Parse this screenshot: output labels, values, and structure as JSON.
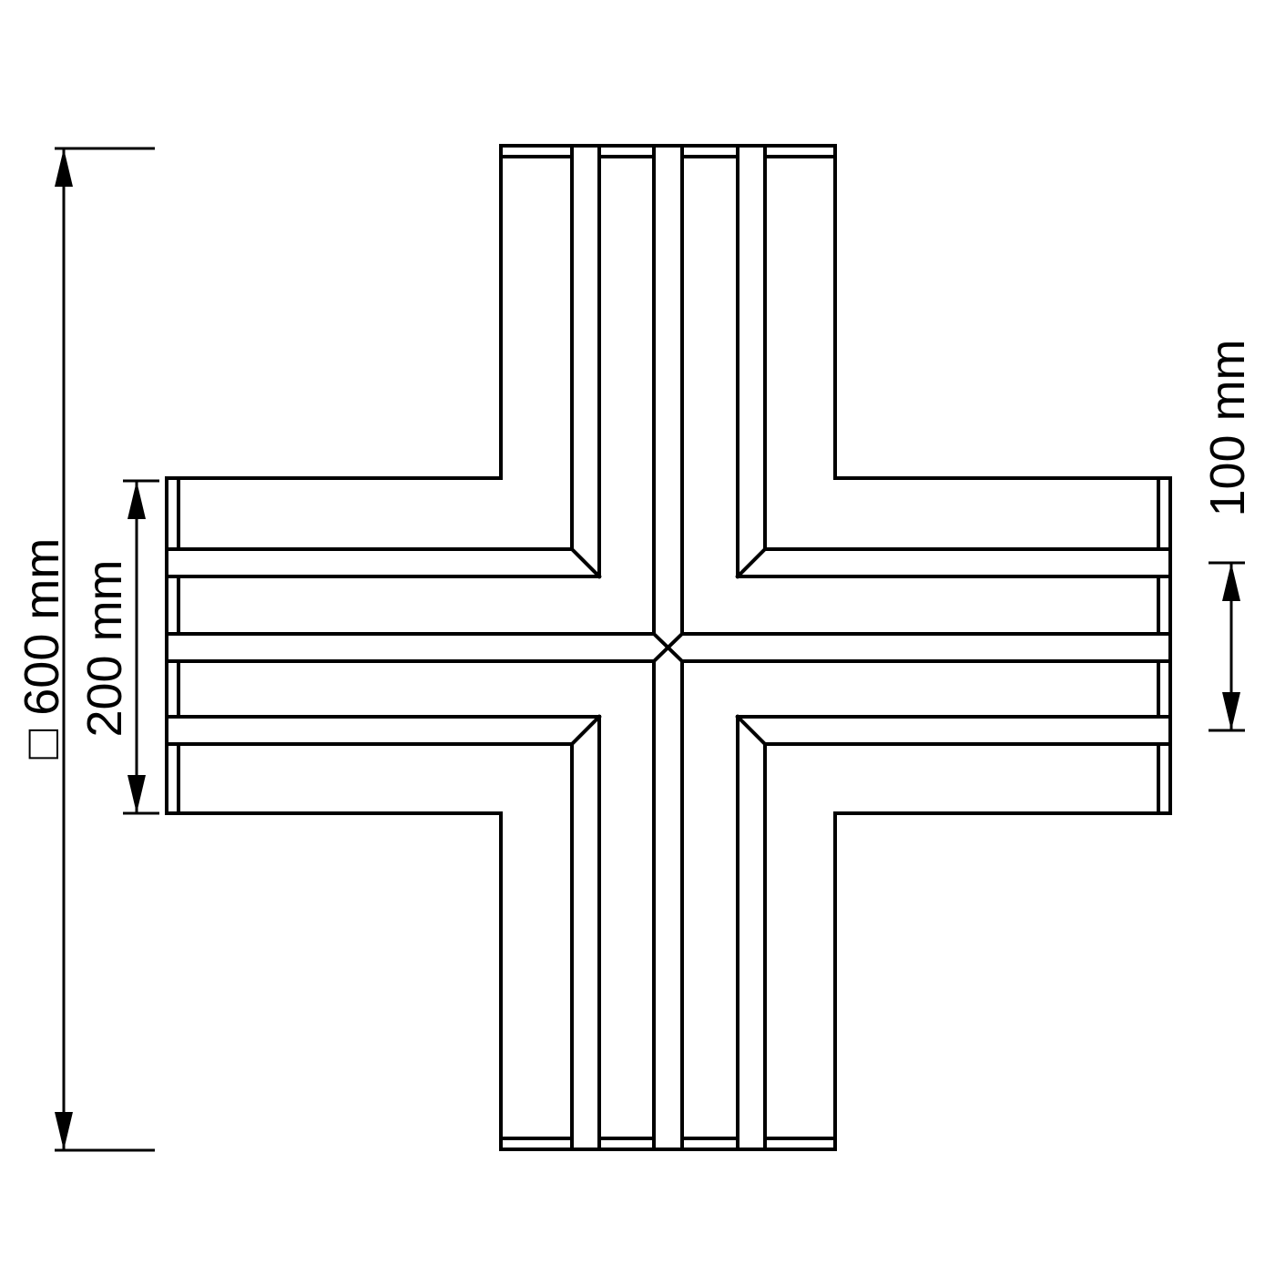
{
  "dimensions": {
    "overall": {
      "label": "□ 600 mm"
    },
    "arm_width": {
      "label": "200 mm"
    },
    "strip_pitch": {
      "label": "100 mm"
    }
  },
  "colors": {
    "line": "#000000",
    "background": "#ffffff"
  }
}
